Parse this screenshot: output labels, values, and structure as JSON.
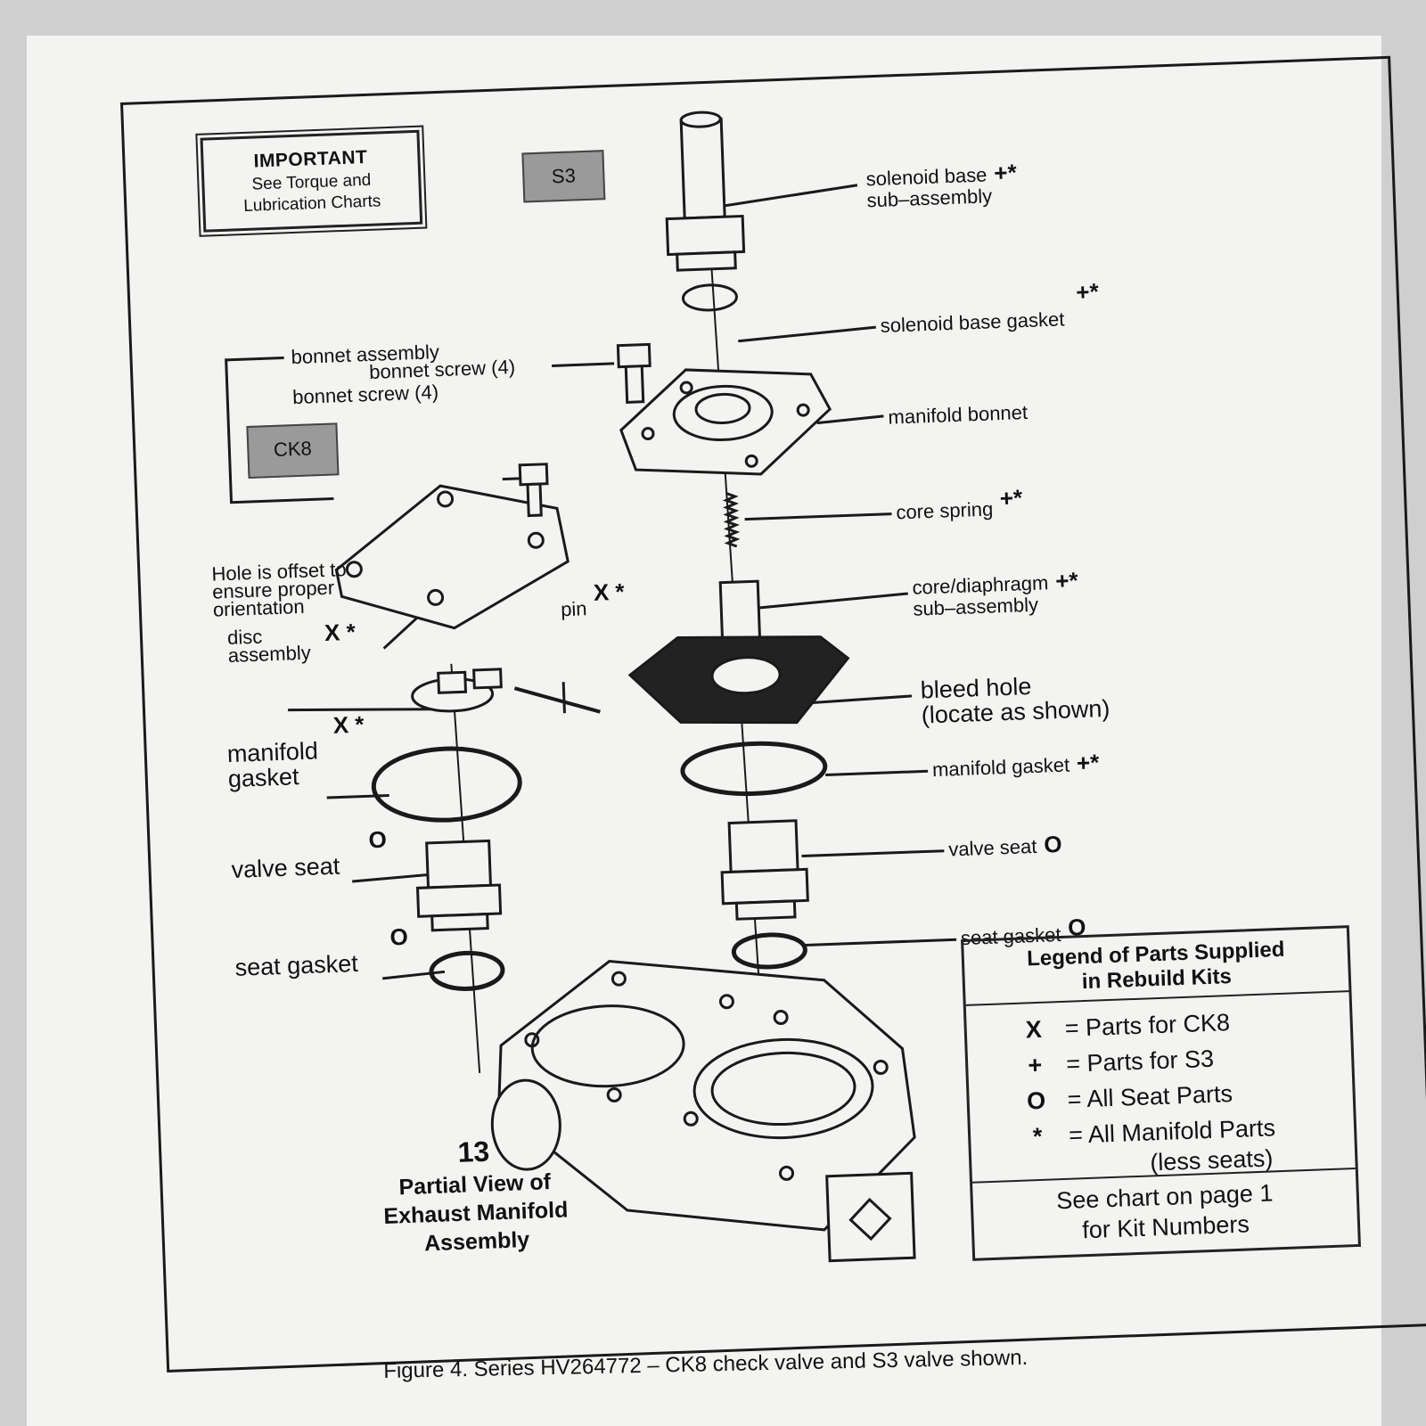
{
  "important": {
    "title": "IMPORTANT",
    "line1": "See Torque and",
    "line2": "Lubrication Charts"
  },
  "kits": {
    "s3": "S3",
    "ck8": "CK8"
  },
  "labels": {
    "solenoid_base_1": "solenoid base",
    "solenoid_base_2": "sub–assembly",
    "solenoid_base_mark": "+*",
    "solenoid_base_gasket": "solenoid base gasket",
    "solenoid_base_gasket_mark": "+*",
    "bonnet_screw_top": "bonnet screw (4)",
    "bonnet_assembly": "bonnet assembly",
    "bonnet_screw_left": "bonnet screw (4)",
    "manifold_bonnet": "manifold bonnet",
    "core_spring": "core spring",
    "core_spring_mark": "+*",
    "core_diaphragm_1": "core/diaphragm",
    "core_diaphragm_2": "sub–assembly",
    "core_diaphragm_mark": "+*",
    "hole_offset_1": "Hole is offset to",
    "hole_offset_2": "ensure proper",
    "hole_offset_3": "orientation",
    "pin": "pin",
    "pin_mark": "X *",
    "disc_1": "disc",
    "disc_2": "assembly",
    "disc_mark": "X *",
    "bleed_hole_1": "bleed hole",
    "bleed_hole_2": "(locate as shown)",
    "manifold_gasket_left_1": "manifold",
    "manifold_gasket_left_2": "gasket",
    "manifold_gasket_left_mark": "X *",
    "manifold_gasket_right": "manifold gasket",
    "manifold_gasket_right_mark": "+*",
    "valve_seat_left": "valve seat",
    "valve_seat_left_mark": "O",
    "valve_seat_right": "valve seat",
    "valve_seat_right_mark": "O",
    "seat_gasket_left": "seat gasket",
    "seat_gasket_left_mark": "O",
    "seat_gasket_right": "seat gasket",
    "seat_gasket_right_mark": "O"
  },
  "legend": {
    "title_1": "Legend of Parts Supplied",
    "title_2": "in Rebuild Kits",
    "rows": [
      {
        "sym": "X",
        "text": "= Parts for CK8"
      },
      {
        "sym": "+",
        "text": "= Parts for S3"
      },
      {
        "sym": "O",
        "text": "= All Seat Parts"
      },
      {
        "sym": "*",
        "text": "= All Manifold Parts"
      }
    ],
    "row4_cont": "(less seats)",
    "foot_1": "See chart on page 1",
    "foot_2": "for Kit Numbers"
  },
  "figure13": {
    "number": "13",
    "line1": "Partial View of",
    "line2": "Exhaust Manifold",
    "line3": "Assembly"
  },
  "caption": "Figure 4. Series HV264772 – CK8 check valve and S3 valve shown."
}
